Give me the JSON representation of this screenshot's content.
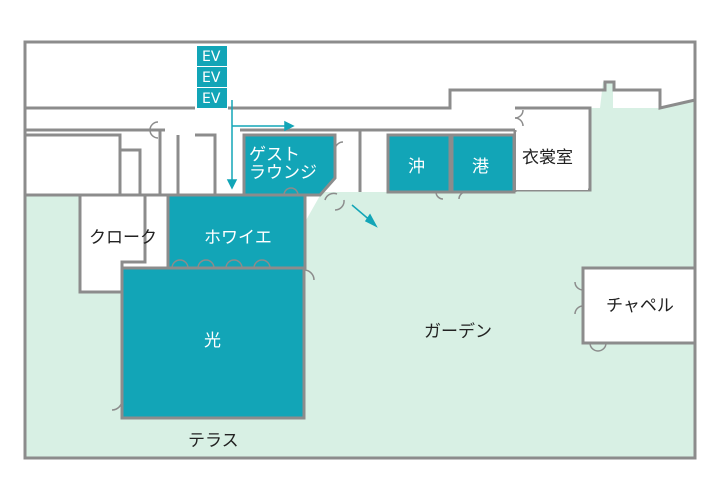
{
  "floor_map": {
    "colors": {
      "wall": "#8c8c8c",
      "room_highlight": "#12a5b7",
      "garden": "#d8f0e4",
      "back_area": "#ffffff",
      "arrow": "#12a5b7"
    },
    "elevators": [
      "EV",
      "EV",
      "EV"
    ],
    "rooms": {
      "guest_lounge_line1": "ゲスト",
      "guest_lounge_line2": "ラウンジ",
      "oki": "沖",
      "minato": "港",
      "costume_room": "衣裳室",
      "cloak": "クローク",
      "foyer": "ホワイエ",
      "hikari": "光",
      "garden": "ガーデン",
      "chapel": "チャペル",
      "terrace": "テラス"
    },
    "icons": [
      "door-icon",
      "arrow-icon"
    ]
  }
}
